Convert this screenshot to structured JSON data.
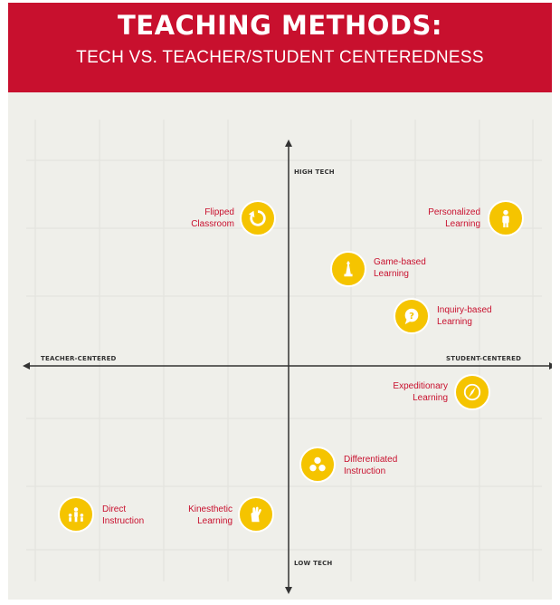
{
  "header": {
    "title": "TEACHING METHODS:",
    "subtitle": "TECH VS. TEACHER/STUDENT CENTEREDNESS"
  },
  "axes": {
    "top": "HIGH TECH",
    "bottom": "LOW TECH",
    "left": "TEACHER-CENTERED",
    "right": "STUDENT-CENTERED"
  },
  "colors": {
    "brand_red": "#c8102e",
    "icon_yellow": "#f5c400",
    "board_bg": "#efefea"
  },
  "methods": [
    {
      "id": "flipped",
      "line1": "Flipped",
      "line2": "Classroom",
      "icon": "refresh-icon"
    },
    {
      "id": "personalized",
      "line1": "Personalized",
      "line2": "Learning",
      "icon": "person-icon"
    },
    {
      "id": "gamebased",
      "line1": "Game-based",
      "line2": "Learning",
      "icon": "chess-piece-icon"
    },
    {
      "id": "inquiry",
      "line1": "Inquiry-based",
      "line2": "Learning",
      "icon": "question-bubble-icon"
    },
    {
      "id": "expeditionary",
      "line1": "Expeditionary",
      "line2": "Learning",
      "icon": "compass-icon"
    },
    {
      "id": "differentiated",
      "line1": "Differentiated",
      "line2": "Instruction",
      "icon": "three-circles-icon"
    },
    {
      "id": "direct",
      "line1": "Direct",
      "line2": "Instruction",
      "icon": "presenter-icon"
    },
    {
      "id": "kinesthetic",
      "line1": "Kinesthetic",
      "line2": "Learning",
      "icon": "hand-icon"
    }
  ]
}
